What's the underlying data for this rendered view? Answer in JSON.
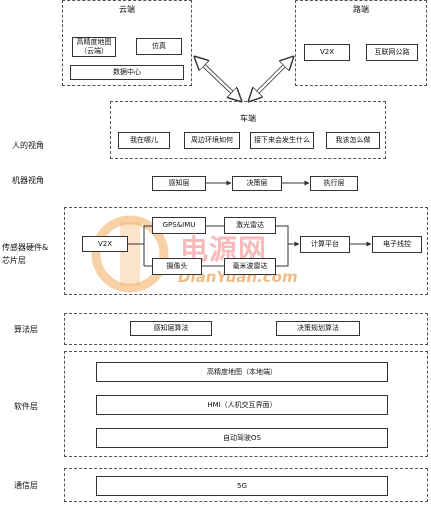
{
  "cloud": {
    "title": "云端",
    "hd_map": "高精度地图\n（云端）",
    "simulation": "仿真",
    "data_center": "数据中心"
  },
  "roadside": {
    "title": "路端",
    "v2x": "V2X",
    "internet_road": "互联网公路"
  },
  "vehicle": {
    "title": "车端",
    "items": [
      "我在哪儿",
      "周边环境如何",
      "接下来会发生什么",
      "我该怎么做"
    ]
  },
  "rows": {
    "human_view": "人的视角",
    "machine_view": "机器视角",
    "sensor_hw": "传感器硬件&\n芯片层",
    "algorithm": "算法层",
    "software": "软件层",
    "communication": "通信层"
  },
  "machine": {
    "perception": "感知层",
    "decision": "决策层",
    "execution": "执行层"
  },
  "sensor": {
    "v2x": "V2X",
    "gps_imu": "GPS&IMU",
    "camera": "摄像头",
    "lidar": "激光雷达",
    "mmwave_radar": "毫米波雷达",
    "compute": "计算平台",
    "drive_by_wire": "电子线控"
  },
  "algorithm": {
    "perception_algo": "感知层算法",
    "planning_algo": "决策规划算法"
  },
  "software": {
    "hd_map_local": "高精度地图（本地端）",
    "hmi": "HMI（人机交互界面）",
    "os": "自动驾驶OS"
  },
  "communication": {
    "five_g": "5G"
  },
  "watermark": {
    "cn": "电源网",
    "en": "DianYuan.com"
  },
  "colors": {
    "line": "#333333",
    "dash": "#555555",
    "watermark_red": "#f4a3a3",
    "watermark_orange": "#f0b070"
  }
}
